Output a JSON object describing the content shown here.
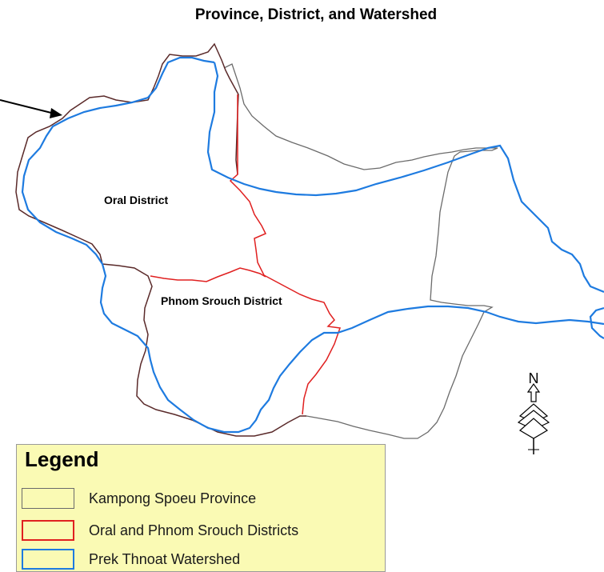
{
  "map": {
    "title": "Province, District, and Watershed",
    "labels": {
      "oral_district": "Oral District",
      "phnom_srouch_district": "Phnom Srouch District"
    },
    "north_arrow": "N"
  },
  "legend": {
    "title": "Legend",
    "items": [
      {
        "label": "Kampong Spoeu Province",
        "color": "#6b6b6b"
      },
      {
        "label": "Oral and Phnom Srouch Districts",
        "color": "#e02020"
      },
      {
        "label": "Prek Thnoat Watershed",
        "color": "#1e7be0"
      }
    ]
  },
  "colors": {
    "background": "#ffffff",
    "legend_fill": "#fafab4",
    "province_boundary": "#6b6b6b",
    "district_boundary": "#5a2a2a",
    "district_divider": "#e02020",
    "watershed_boundary": "#1e7be0"
  }
}
